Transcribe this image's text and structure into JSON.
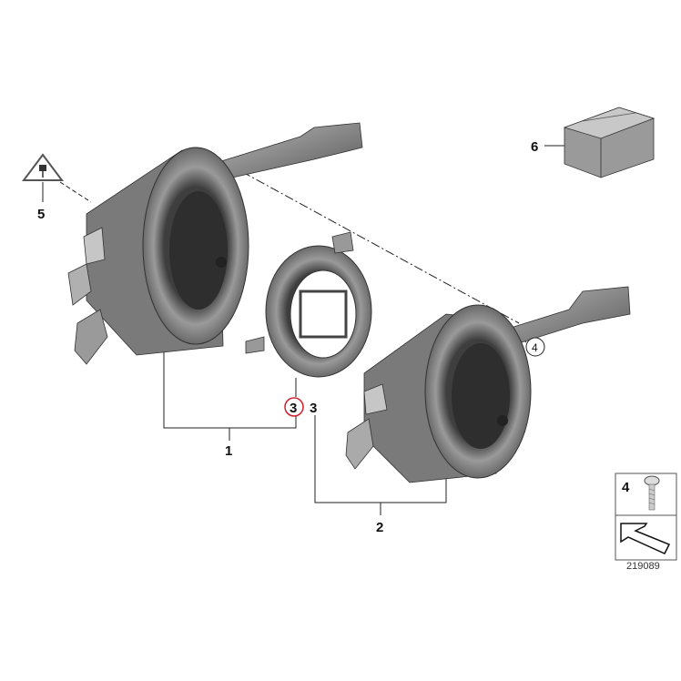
{
  "callouts": {
    "item1": "1",
    "item2": "2",
    "item3_highlighted": "3",
    "item3": "3",
    "item4_circled": "4",
    "item5": "5",
    "item6": "6"
  },
  "legend": {
    "item": "4",
    "diagram_number": "219089"
  },
  "colors": {
    "highlight_circle": "#d0202a",
    "part_fill": "#8a8a8a",
    "part_dark": "#4a4a4a"
  },
  "icons": [
    "electrical-warning-triangle-icon",
    "screw-icon",
    "arrow-icon"
  ]
}
